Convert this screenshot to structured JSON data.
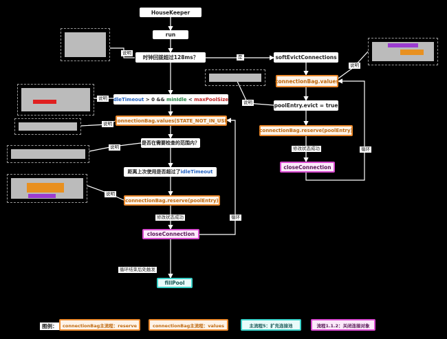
{
  "nodes": {
    "housekeeper": "HouseKeeper",
    "run": "run",
    "clock_check": "时钟回拨超过128ms？",
    "soft_evict": "softEvictConnections",
    "bag_values_right": "connectionBag.values",
    "pool_entry_evict": "poolEntry.evict = true",
    "bag_reserve_right": "connectionBag.reserve(poolEntry)",
    "close_conn_right": "closeConnection",
    "idle_cond": {
      "a": "dleTimeout",
      "b": " > 0 && ",
      "c": "minIdle",
      "d": " < ",
      "e": "maxPoolSize"
    },
    "bag_values_left": "connectionBag.values(STATE_NOT_IN_USE",
    "range_check": "是否在需要检查的范围内？",
    "idle_check": {
      "a": "距离上次使用是否超过了",
      "b": "idleTimeout"
    },
    "bag_reserve_left": "connectionBag.reserve(poolEntry)",
    "close_conn_left": "closeConnection",
    "fill_pool": "fillPool"
  },
  "edge_labels": {
    "note": "说明",
    "yes": "是",
    "loop": "循环",
    "modify_ok": "修改状态成功",
    "loop_end": "循环结束后处触发"
  },
  "legend": {
    "title": "图例：",
    "reserve": "connectionBag主流程：reserve",
    "values": "connectionBag主流程：values",
    "fill": "主流程5：扩充连接池",
    "close": "流程1.1.2：关闭连接对象"
  },
  "colors": {
    "orange": "#ed8b2e",
    "cyan": "#39d0c8",
    "pink": "#d84ad0",
    "note_border": "#9a9a9a"
  }
}
